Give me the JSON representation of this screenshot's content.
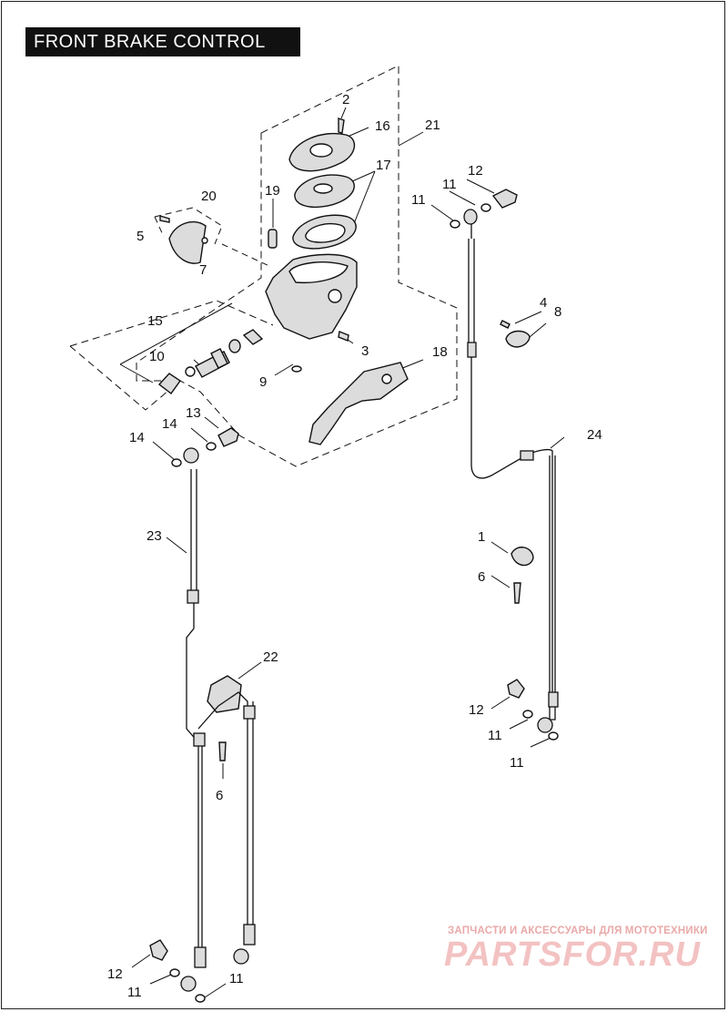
{
  "title": "FRONT BRAKE CONTROL",
  "callouts": {
    "c2": "2",
    "c16": "16",
    "c21": "21",
    "c17": "17",
    "c19": "19",
    "c20": "20",
    "c5": "5",
    "c7": "7",
    "c12a": "12",
    "c11a": "11",
    "c11b": "11",
    "c4": "4",
    "c8": "8",
    "c15": "15",
    "c10": "10",
    "c3": "3",
    "c9": "9",
    "c18": "18",
    "c13": "13",
    "c14a": "14",
    "c14b": "14",
    "c24": "24",
    "c23": "23",
    "c1": "1",
    "c6a": "6",
    "c22": "22",
    "c12b": "12",
    "c11c": "11",
    "c11d": "11",
    "c6b": "6",
    "c12c": "12",
    "c11e": "11",
    "c11f": "11"
  },
  "watermark": {
    "tagline": "ЗАПЧАСТИ И АКСЕССУАРЫ ДЛЯ МОТОТЕХНИКИ",
    "brand": "PARTSFOR.RU"
  },
  "colors": {
    "line": "#111111",
    "part_fill": "#dcdcdc",
    "title_bg": "#111111",
    "watermark": "#f2b8b8"
  }
}
